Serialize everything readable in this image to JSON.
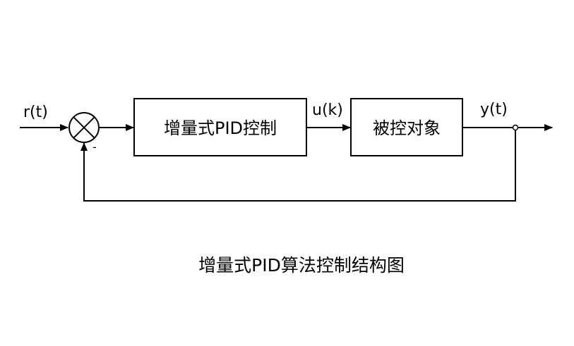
{
  "signals": {
    "input": "r(t)",
    "control": "u(k)",
    "output": "y(t)"
  },
  "summing_junction": {
    "feedback_sign": "-"
  },
  "blocks": {
    "controller": "增量式PID控制",
    "plant": "被控对象"
  },
  "caption": "增量式PID算法控制结构图",
  "colors": {
    "line": "#000000",
    "background": "#ffffff"
  }
}
